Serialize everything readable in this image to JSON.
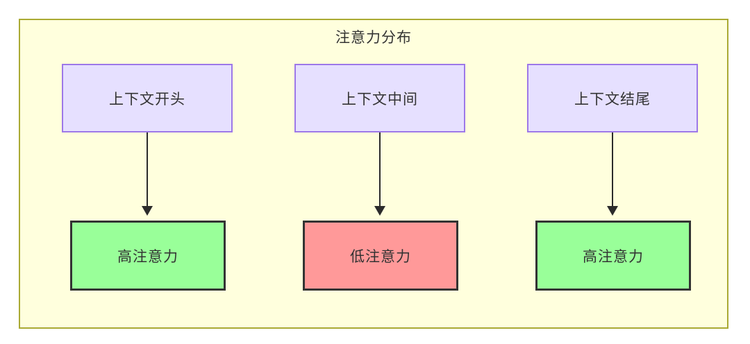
{
  "diagram": {
    "title": "注意力分布",
    "frame": {
      "fill": "#ffffdd",
      "border": "#aaaa33"
    },
    "context_nodes": [
      {
        "label": "上下文开头",
        "fill": "#e6e0ff",
        "border": "#9d78e8"
      },
      {
        "label": "上下文中间",
        "fill": "#e6e0ff",
        "border": "#9d78e8"
      },
      {
        "label": "上下文结尾",
        "fill": "#e6e0ff",
        "border": "#9d78e8"
      }
    ],
    "attention_nodes": [
      {
        "label": "高注意力",
        "fill": "#99ff99",
        "border": "#333333",
        "level": "high"
      },
      {
        "label": "低注意力",
        "fill": "#ff9999",
        "border": "#333333",
        "level": "low"
      },
      {
        "label": "高注意力",
        "fill": "#99ff99",
        "border": "#333333",
        "level": "high"
      }
    ],
    "edges": [
      {
        "from": "上下文开头",
        "to": "高注意力"
      },
      {
        "from": "上下文中间",
        "to": "低注意力"
      },
      {
        "from": "上下文结尾",
        "to": "高注意力"
      }
    ]
  }
}
